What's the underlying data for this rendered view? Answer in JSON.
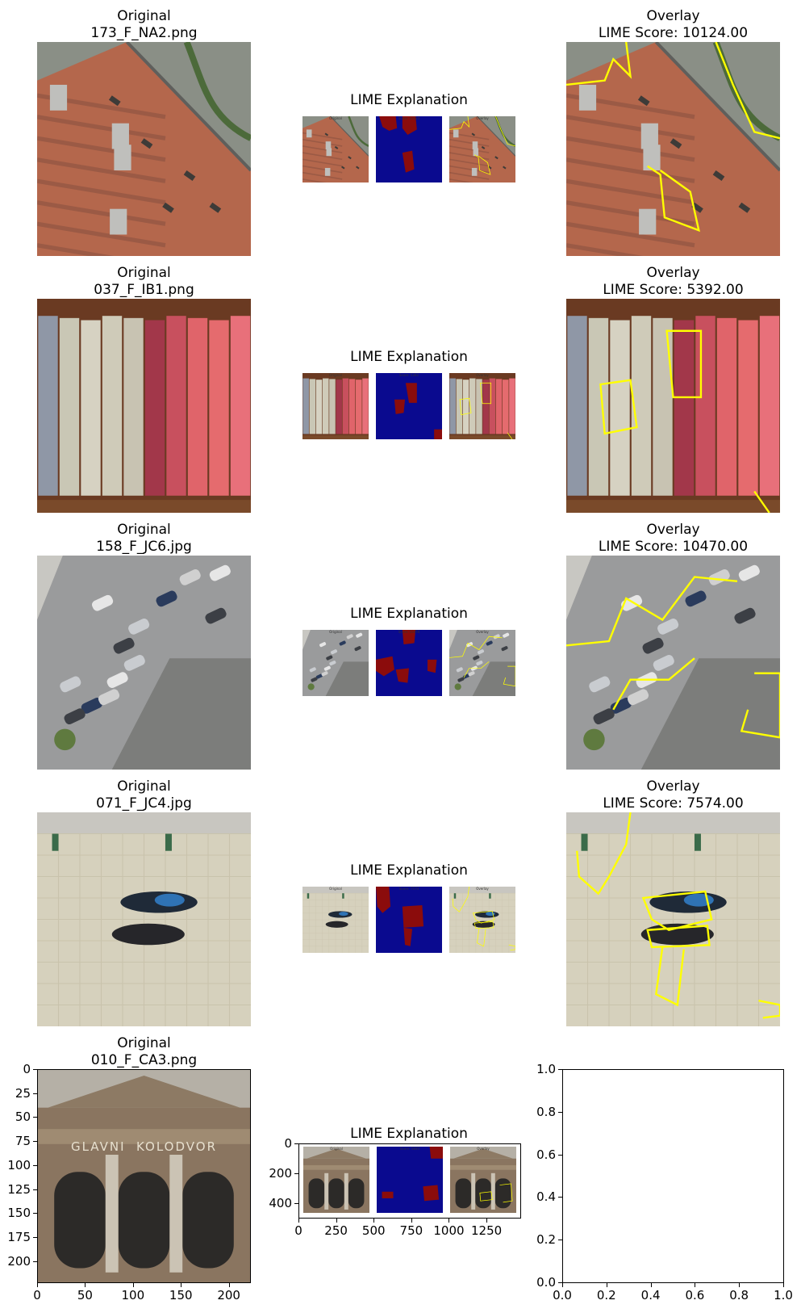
{
  "rows": [
    {
      "left_title": "Original\n173_F_NA2.png",
      "mid_title": "LIME Explanation",
      "right_title": "Overlay\nLIME Score: 10124.00",
      "theme": "roof",
      "thumb_titles": [
        "Original",
        "Score: 10124",
        "Overlay"
      ]
    },
    {
      "left_title": "Original\n037_F_IB1.png",
      "mid_title": "LIME Explanation",
      "right_title": "Overlay\nLIME Score: 5392.00",
      "theme": "books",
      "thumb_titles": [
        "Original",
        "Score: 5392",
        "Overlay"
      ]
    },
    {
      "left_title": "Original\n158_F_JC6.jpg",
      "mid_title": "LIME Explanation",
      "right_title": "Overlay\nLIME Score: 10470.00",
      "theme": "parking",
      "thumb_titles": [
        "Original",
        "Score: 10470",
        "Overlay"
      ]
    },
    {
      "left_title": "Original\n071_F_JC4.jpg",
      "mid_title": "LIME Explanation",
      "right_title": "Overlay\nLIME Score: 7574.00",
      "theme": "bikes",
      "thumb_titles": [
        "Original",
        "Score: 7574",
        "Overlay"
      ]
    },
    {
      "left_title": "Original\n010_F_CA3.png",
      "mid_title": "LIME Explanation",
      "right_title": "",
      "theme": "station",
      "thumb_titles": [
        "Original",
        "Score: 5840",
        "Overlay"
      ]
    }
  ],
  "station_sign": "GLAVNI  KOLODVOR",
  "chart_data": [
    {
      "type": "image",
      "title": "Original\n010_F_CA3.png",
      "xticks": [
        0,
        50,
        100,
        150,
        200
      ],
      "yticks": [
        0,
        25,
        50,
        75,
        100,
        125,
        150,
        175,
        200
      ],
      "xlim": [
        0,
        223
      ],
      "ylim": [
        223,
        0
      ]
    },
    {
      "type": "image",
      "title": "LIME Explanation",
      "xticks": [
        0,
        250,
        500,
        750,
        1000,
        1250
      ],
      "yticks": [
        0,
        200,
        400
      ],
      "xlim": [
        0,
        1480
      ],
      "ylim": [
        500,
        0
      ]
    },
    {
      "type": "empty",
      "xticks": [
        "0.0",
        "0.2",
        "0.4",
        "0.6",
        "0.8",
        "1.0"
      ],
      "yticks": [
        "0.0",
        "0.2",
        "0.4",
        "0.6",
        "0.8",
        "1.0"
      ],
      "xlim": [
        0,
        1
      ],
      "ylim": [
        0,
        1
      ]
    }
  ],
  "colors": {
    "lime_background": "#0a0a8f",
    "lime_region": "#8b0c0c",
    "overlay_boundary": "#ffff00"
  }
}
